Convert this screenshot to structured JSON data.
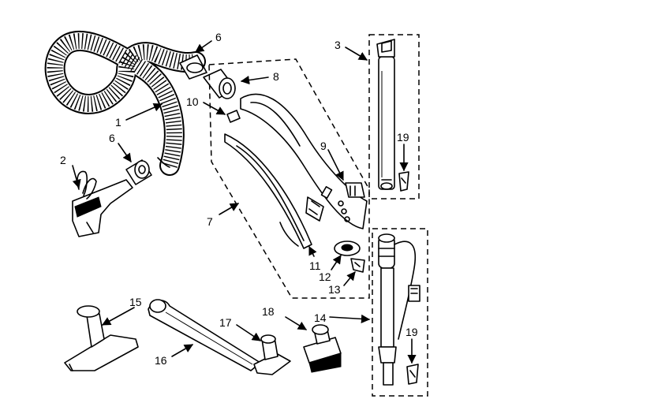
{
  "callouts": {
    "c1": "1",
    "c2": "2",
    "c3": "3",
    "c6a": "6",
    "c6b": "6",
    "c7": "7",
    "c8": "8",
    "c9": "9",
    "c10": "10",
    "c11": "11",
    "c12": "12",
    "c13": "13",
    "c14": "14",
    "c15": "15",
    "c16": "16",
    "c17": "17",
    "c18": "18",
    "c19a": "19",
    "c19b": "19"
  }
}
